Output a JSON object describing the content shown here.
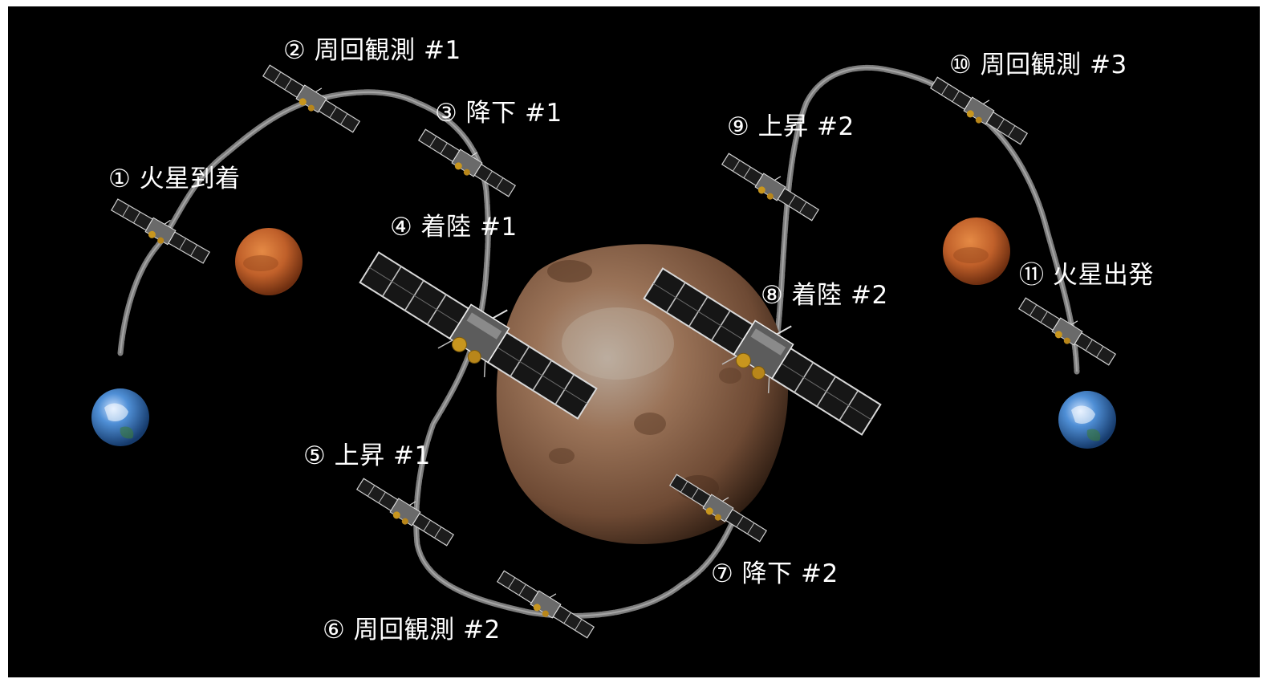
{
  "colors": {
    "background": "#000000",
    "trajectory": "#8a8a8a",
    "mars": "#c9662e",
    "earth": "#3a78c8",
    "phobos": "#8a6248",
    "label": "#ffffff"
  },
  "labels": {
    "step1": "① 火星到着",
    "step2": "② 周回観測 #1",
    "step3": "③ 降下 #1",
    "step4": "④ 着陸 #1",
    "step5": "⑤ 上昇 #1",
    "step6": "⑥ 周回観測 #2",
    "step7": "⑦ 降下 #2",
    "step8": "⑧ 着陸 #2",
    "step9": "⑨ 上昇 #2",
    "step10": "⑩ 周回観測 #3",
    "step11": "⑪ 火星出発"
  }
}
